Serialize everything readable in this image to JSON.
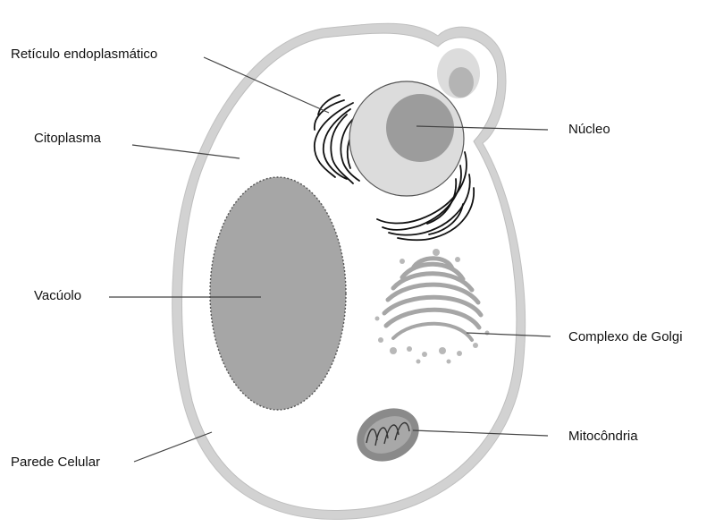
{
  "diagram": {
    "labels": {
      "er": "Retículo endoplasmático",
      "citoplasma": "Citoplasma",
      "vacuolo": "Vacúolo",
      "parede": "Parede Celular",
      "nucleo": "Núcleo",
      "golgi": "Complexo de Golgi",
      "mitocondria": "Mitocôndria"
    },
    "colors": {
      "cell_wall": "#d2d2d2",
      "cell_fill": "#ffffff",
      "vacuole": "#a6a6a6",
      "nucleus_outer": "#dcdcdc",
      "nucleus_inner": "#9c9c9c",
      "bud_outer": "#dcdcdc",
      "bud_inner": "#b4b4b4",
      "mitochondrion": "#8a8a8a",
      "golgi": "#b0b0b0"
    }
  }
}
